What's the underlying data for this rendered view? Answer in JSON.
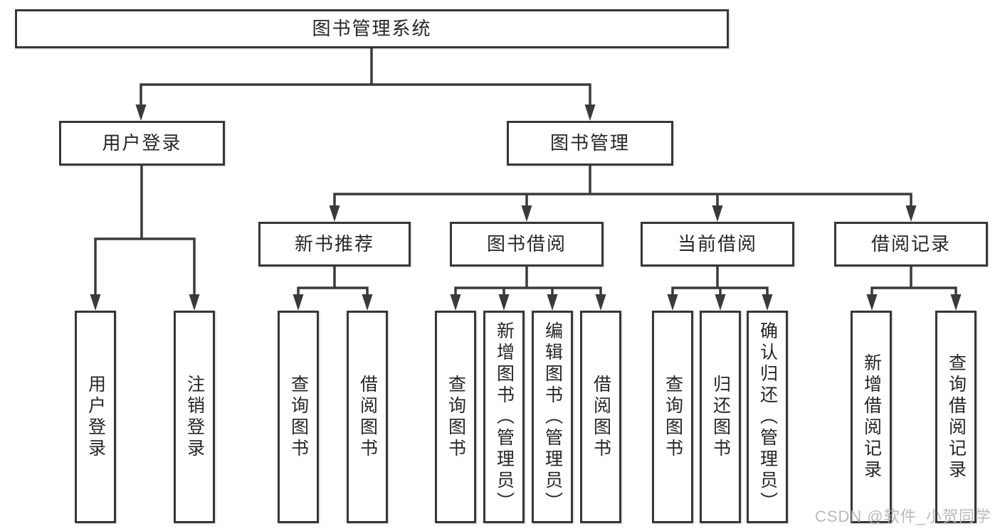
{
  "diagram": {
    "root": {
      "label": "图书管理系统"
    },
    "user_branch": {
      "label": "用户登录",
      "leaves": [
        {
          "label": "用户登录"
        },
        {
          "label": "注销登录"
        }
      ]
    },
    "book_branch": {
      "label": "图书管理",
      "sections": [
        {
          "label": "新书推荐",
          "leaves": [
            {
              "label": "查询图书"
            },
            {
              "label": "借阅图书"
            }
          ]
        },
        {
          "label": "图书借阅",
          "leaves": [
            {
              "label": "查询图书"
            },
            {
              "label": "新增图书（管理员）"
            },
            {
              "label": "编辑图书（管理员）"
            },
            {
              "label": "借阅图书"
            }
          ]
        },
        {
          "label": "当前借阅",
          "leaves": [
            {
              "label": "查询图书"
            },
            {
              "label": "归还图书"
            },
            {
              "label": "确认归还（管理员）"
            }
          ]
        },
        {
          "label": "借阅记录",
          "leaves": [
            {
              "label": "新增借阅记录"
            },
            {
              "label": "查询借阅记录"
            }
          ]
        }
      ]
    }
  },
  "watermark": {
    "text": "CSDN @软件_小贺同学"
  },
  "colors": {
    "background": "#ffffff",
    "line": "#3a3a3a",
    "box_border": "#373737",
    "text": "#262626",
    "watermark": "#b2b2b2"
  }
}
